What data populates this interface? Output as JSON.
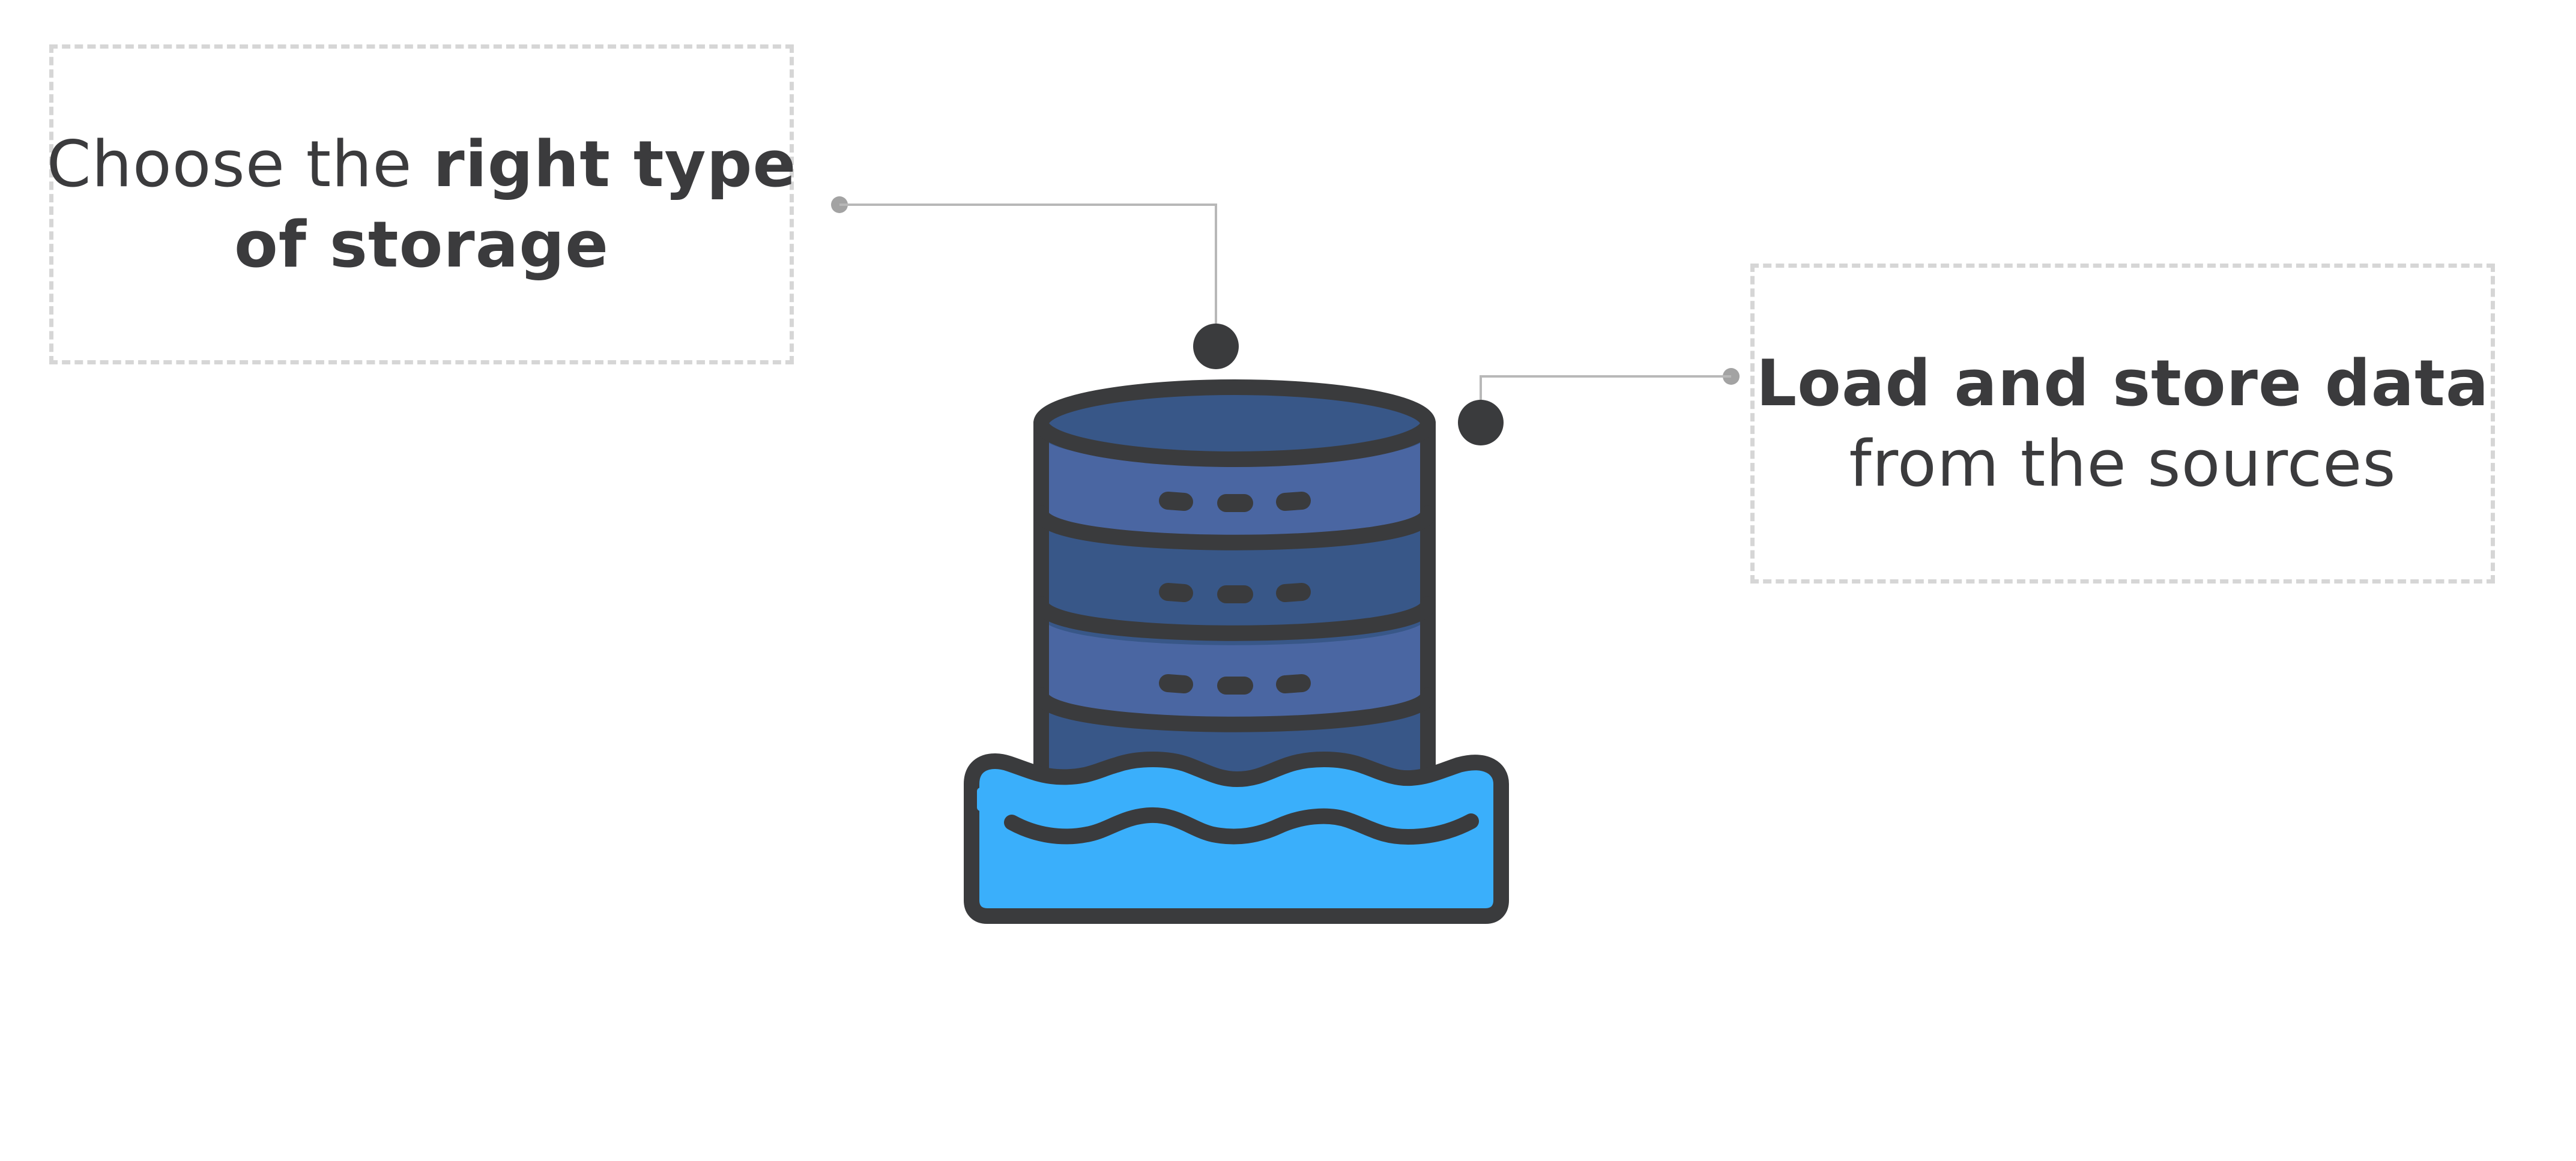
{
  "colors": {
    "outline": "#3a3b3d",
    "band_light": "#4a66a2",
    "band_dark": "#385788",
    "water": "#3aaffb",
    "box_border": "#d6d6d6",
    "connector": "#b8b8b8",
    "connector_dot": "#a3a3a3",
    "text": "#3b3b3d"
  },
  "icons": [
    "database-icon",
    "water-wave-icon"
  ],
  "callouts": {
    "left": {
      "line1_regular": "Choose the ",
      "line1_bold": "right type",
      "line2_bold": "of storage"
    },
    "right": {
      "line1_bold": "Load and store data",
      "line2_regular": "from the sources"
    }
  }
}
